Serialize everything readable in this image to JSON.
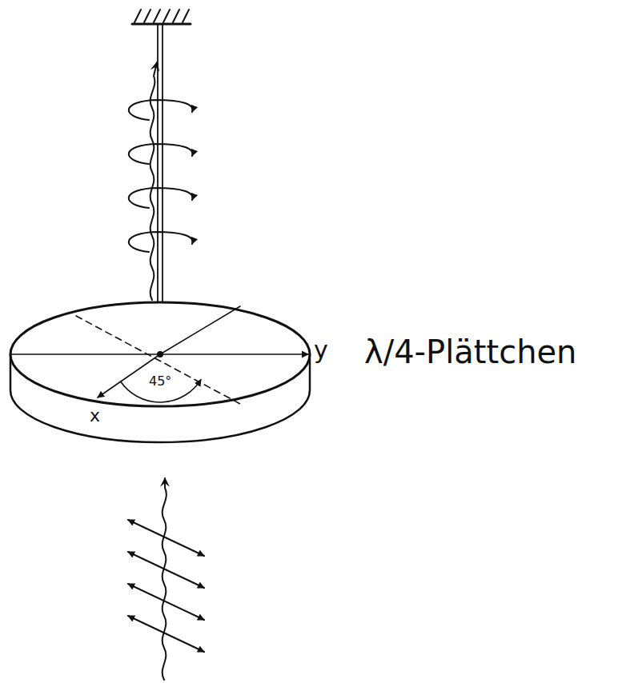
{
  "diagram": {
    "labels": [
      "y",
      "λ/4-Plättchen",
      "45°",
      "x"
    ]
  }
}
